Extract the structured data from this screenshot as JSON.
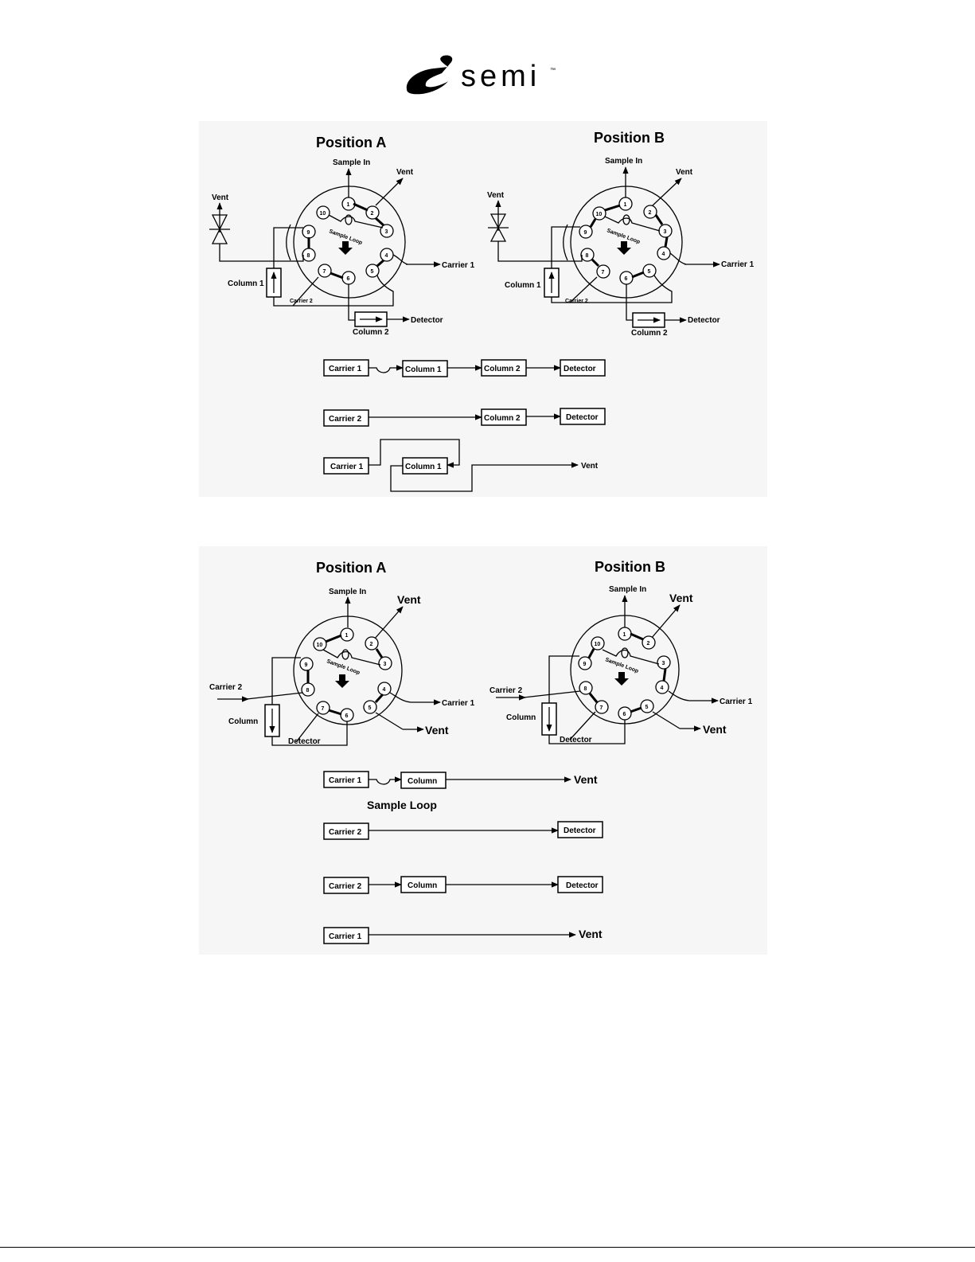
{
  "logo": {
    "text": "semi",
    "tm": "™"
  },
  "fig1": {
    "pos_a": "Position A",
    "pos_b": "Position B",
    "sample_in": "Sample In",
    "vent": "Vent",
    "sample_loop": "Sample Loop",
    "carrier1": "Carrier 1",
    "carrier2": "Carrier 2",
    "column1": "Column 1",
    "column2": "Column 2",
    "detector": "Detector",
    "ports": [
      "1",
      "2",
      "3",
      "4",
      "5",
      "6",
      "7",
      "8",
      "9",
      "10"
    ],
    "flows": {
      "r1": [
        "Carrier 1",
        "Column 1",
        "Column 2",
        "Detector"
      ],
      "r2": [
        "Carrier 2",
        "Column 2",
        "Detector"
      ],
      "r3": [
        "Carrier 1",
        "Column 1",
        "Vent"
      ]
    }
  },
  "fig2": {
    "pos_a": "Position A",
    "pos_b": "Position B",
    "sample_in": "Sample In",
    "vent": "Vent",
    "sample_loop": "Sample Loop",
    "carrier1": "Carrier 1",
    "carrier2": "Carrier 2",
    "column": "Column",
    "detector": "Detector",
    "flows": {
      "r1": [
        "Carrier 1",
        "Column",
        "Vent"
      ],
      "r1_caption": "Sample Loop",
      "r2": [
        "Carrier 2",
        "Detector"
      ],
      "r3": [
        "Carrier 2",
        "Column",
        "Detector"
      ],
      "r4": [
        "Carrier 1",
        "Vent"
      ]
    }
  }
}
